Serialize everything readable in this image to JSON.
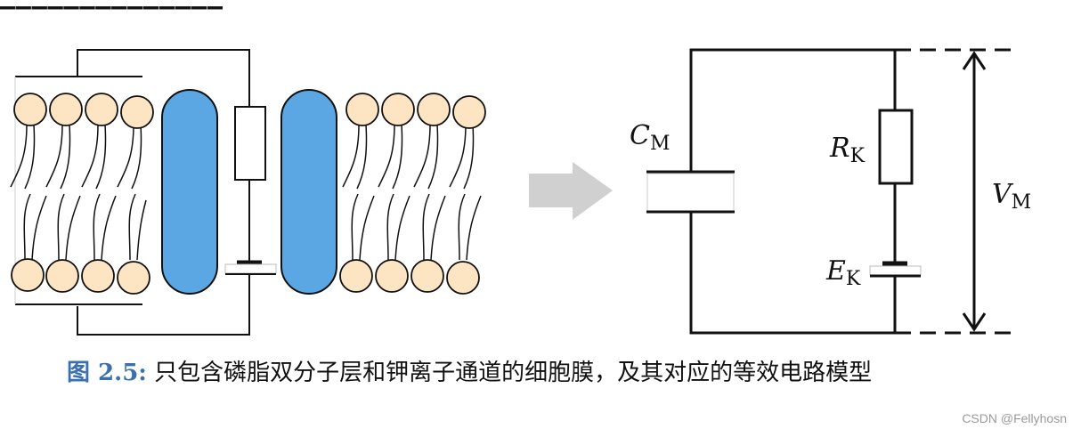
{
  "diagram": {
    "circuit_labels": {
      "capacitor": "C",
      "capacitor_sub": "M",
      "resistor": "R",
      "resistor_sub": "K",
      "battery": "E",
      "battery_sub": "K",
      "voltage": "V",
      "voltage_sub": "M"
    }
  },
  "caption": {
    "label": "图 2.5:",
    "text": "只包含磷脂双分子层和钾离子通道的细胞膜，及其对应的等效电路模型"
  },
  "watermark": "CSDN @Fellyhosn",
  "colors": {
    "lipid_head": "#fde4c2",
    "channel": "#5aa7e3",
    "arrow": "#d0d0d0",
    "caption_label": "#3a6fb0"
  }
}
